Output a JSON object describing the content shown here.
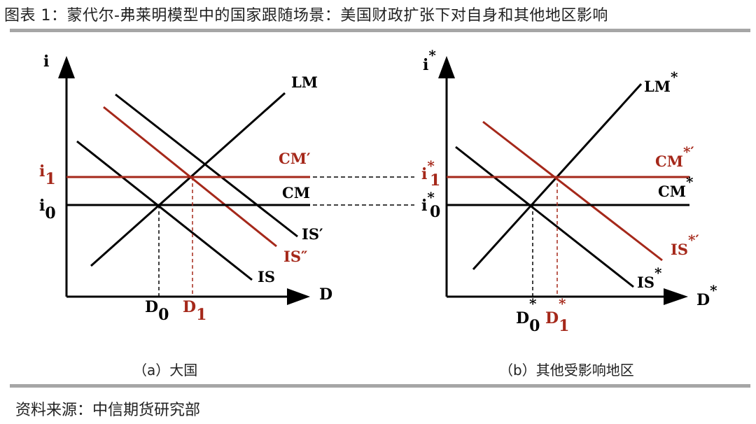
{
  "title": "图表 1：蒙代尔-弗莱明模型中的国家跟随场景：美国财政扩张下对自身和其他地区影响",
  "colors": {
    "black": "#000000",
    "red": "#a5281a",
    "rule": "#a6a6a6"
  },
  "panel_a": {
    "caption": "（a）大国",
    "y_axis": "i",
    "x_axis": "D",
    "lm": "LM",
    "cm_new": "CM′",
    "cm": "CM",
    "is_prime": "IS′",
    "is_double": "IS″",
    "is": "IS",
    "i1_base": "i",
    "i1_sub": "1",
    "i0_base": "i",
    "i0_sub": "0",
    "d0_base": "D",
    "d0_sub": "0",
    "d1_base": "D",
    "d1_sub": "1"
  },
  "panel_b": {
    "caption": "（b）其他受影响地区",
    "y_axis": "i",
    "y_axis_sup": "*",
    "x_axis": "D",
    "x_axis_sup": "*",
    "lm": "LM",
    "lm_sup": "*",
    "cm_new": "CM",
    "cm_new_sup": "*′",
    "cm": "CM",
    "cm_sup": "*",
    "is_new": "IS",
    "is_new_sup": "*′",
    "is": "IS",
    "is_sup": "*",
    "i1_base": "i",
    "i1_sub": "1",
    "i1_sup": "*",
    "i0_base": "i",
    "i0_sub": "0",
    "i0_sup": "*",
    "d0_base": "D",
    "d0_sub": "0",
    "d0_sup": "*",
    "d1_base": "D",
    "d1_sub": "1",
    "d1_sup": "*"
  },
  "source": "资料来源：中信期货研究部"
}
